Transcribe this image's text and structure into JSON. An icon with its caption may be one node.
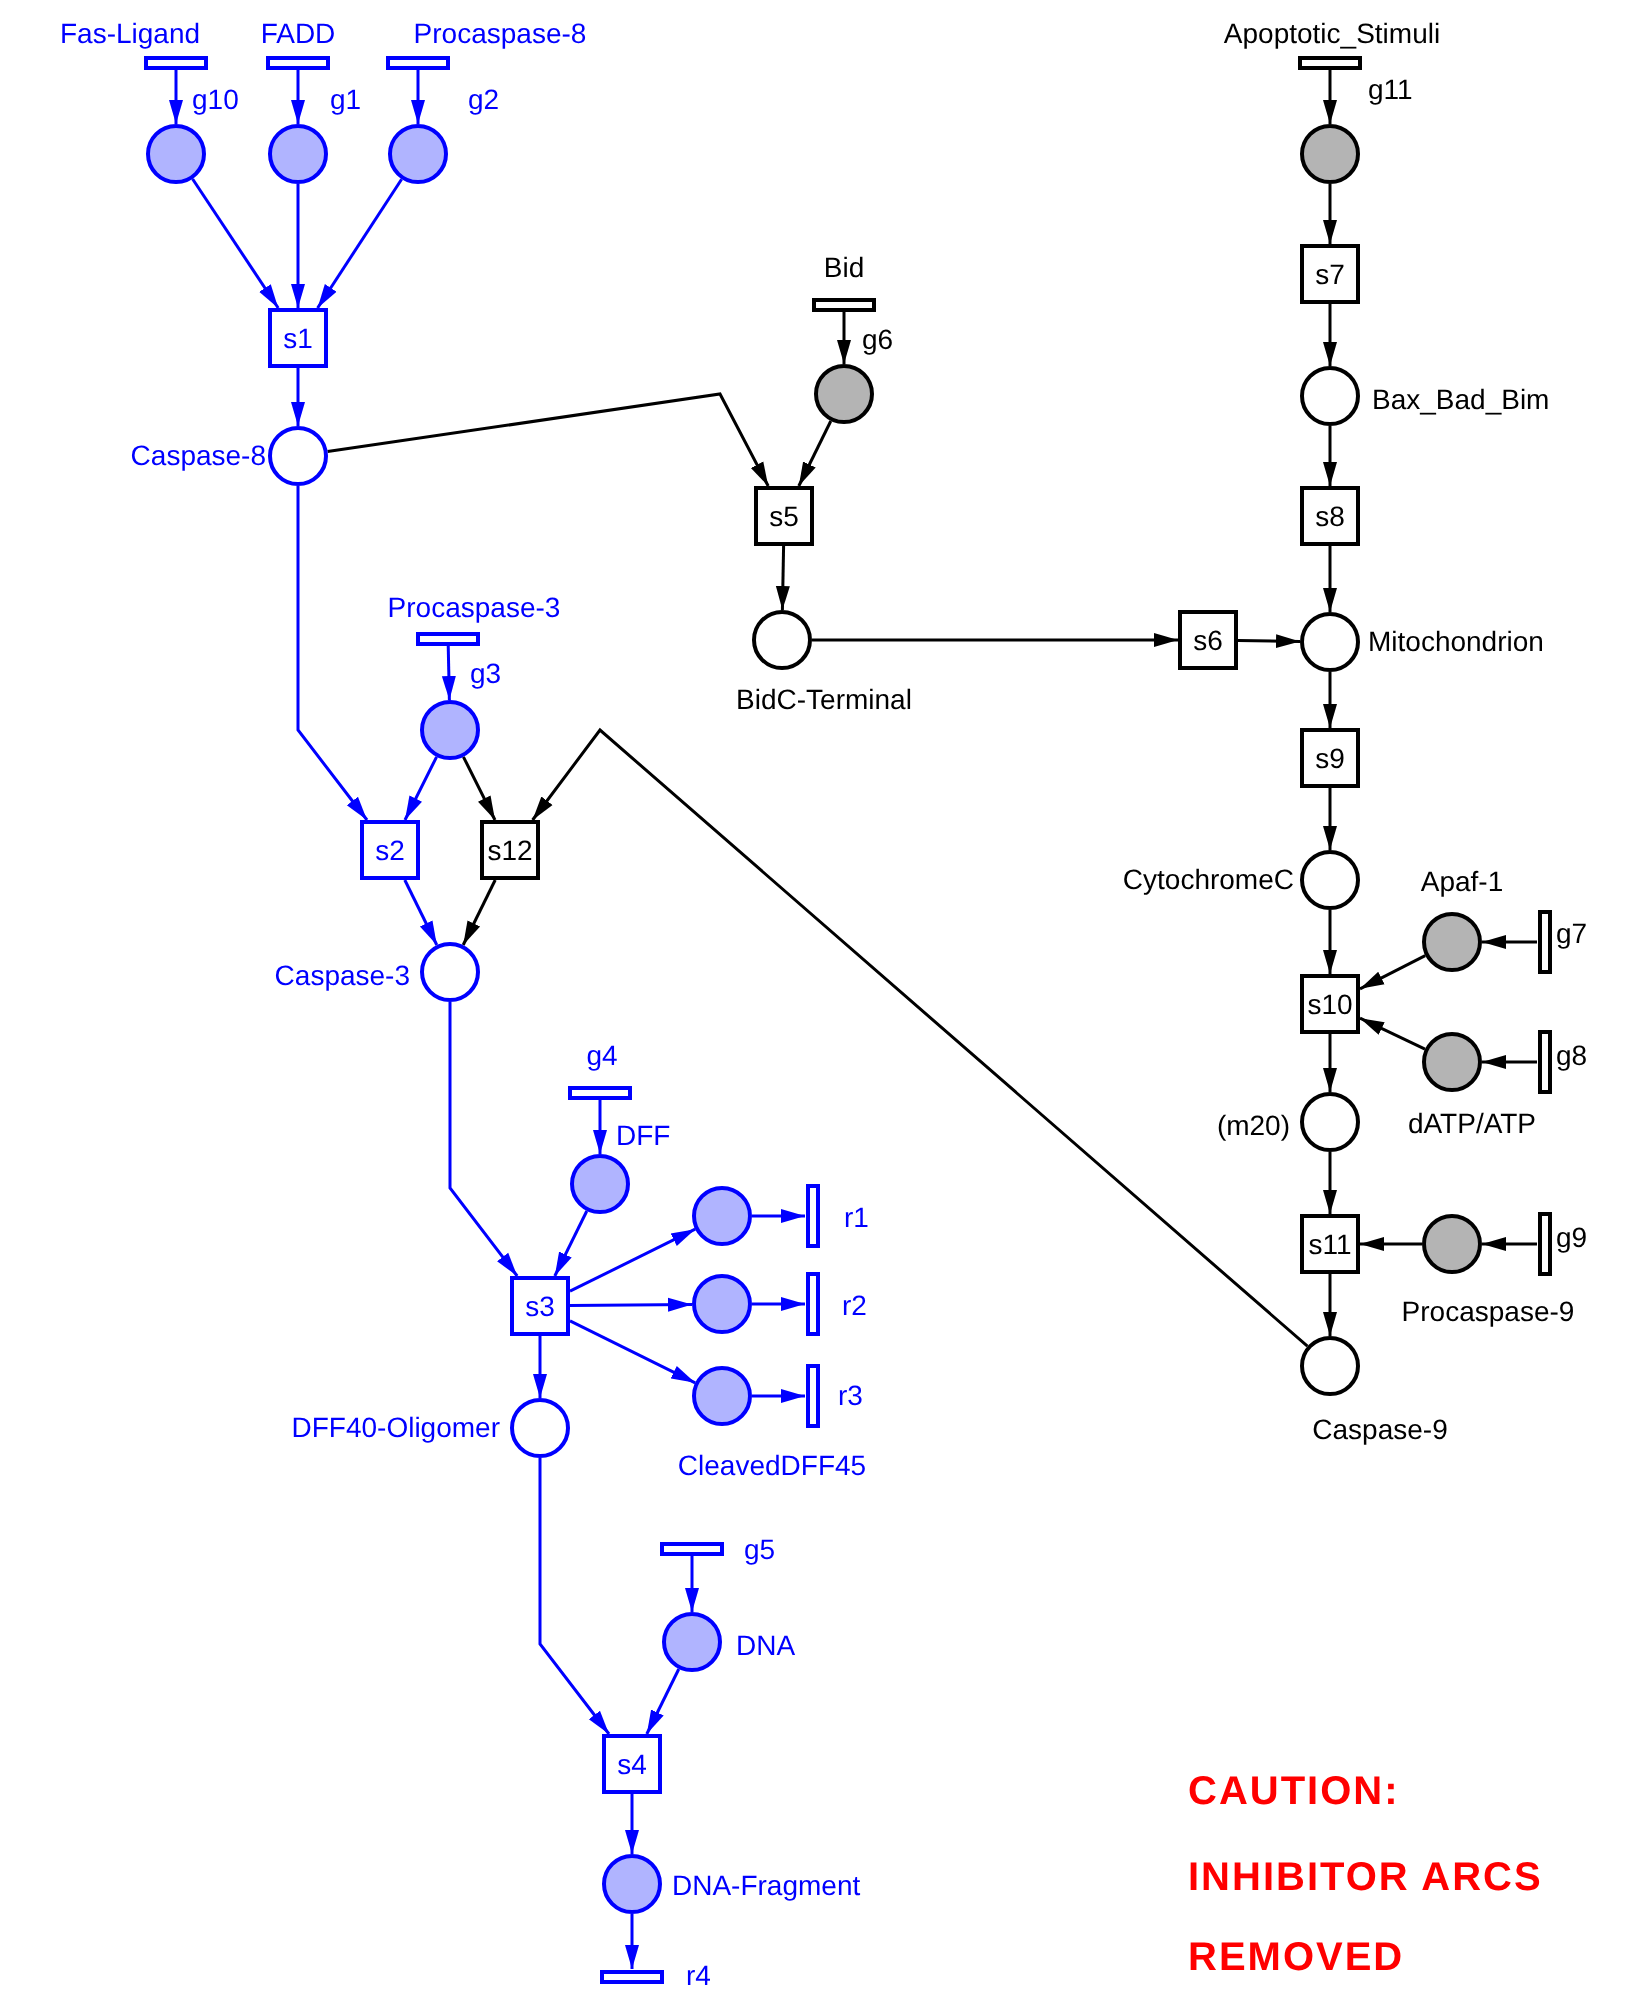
{
  "diagram": {
    "nodes": [
      {
        "text": [],
        "shape": "bar",
        "beside": [
          "Fas-Ligand",
          "g10"
        ]
      },
      {
        "text": [],
        "shape": "circle"
      },
      {
        "text": [],
        "shape": "bar",
        "beside": [
          "FADD",
          "g1"
        ]
      },
      {
        "text": [],
        "shape": "circle"
      },
      {
        "text": [],
        "shape": "bar",
        "beside": [
          "Procaspase-8",
          "g2"
        ]
      },
      {
        "text": [],
        "shape": "circle"
      },
      {
        "text": [
          "s1"
        ]
      },
      {
        "text": [],
        "shape": "circle",
        "beside": [
          "Caspase-8"
        ]
      },
      {
        "text": [],
        "shape": "bar",
        "beside": [
          "Procaspase-3",
          "g3"
        ]
      },
      {
        "text": [],
        "shape": "circle"
      },
      {
        "text": [
          "s2"
        ]
      },
      {
        "text": [
          "s12"
        ]
      },
      {
        "text": [],
        "shape": "circle",
        "beside": [
          "Caspase-3"
        ]
      },
      {
        "text": [],
        "shape": "bar",
        "beside": [
          "g4"
        ]
      },
      {
        "text": [],
        "shape": "circle",
        "beside": [
          "DFF"
        ]
      },
      {
        "text": [
          "s3"
        ]
      },
      {
        "text": [],
        "shape": "circle"
      },
      {
        "text": [],
        "shape": "bar",
        "beside": [
          "r1"
        ]
      },
      {
        "text": [],
        "shape": "circle"
      },
      {
        "text": [],
        "shape": "bar",
        "beside": [
          "r2"
        ]
      },
      {
        "text": [],
        "shape": "circle",
        "beside": [
          "CleavedDFF45"
        ]
      },
      {
        "text": [],
        "shape": "bar",
        "beside": [
          "r3"
        ]
      },
      {
        "text": [],
        "shape": "circle",
        "beside": [
          "DFF40-Oligomer"
        ]
      },
      {
        "text": [],
        "shape": "bar",
        "beside": [
          "g5"
        ]
      },
      {
        "text": [],
        "shape": "circle",
        "beside": [
          "DNA"
        ]
      },
      {
        "text": [
          "s4"
        ]
      },
      {
        "text": [],
        "shape": "circle",
        "beside": [
          "DNA-Fragment"
        ]
      },
      {
        "text": [],
        "shape": "bar",
        "beside": [
          "r4"
        ]
      },
      {
        "text": [],
        "shape": "bar",
        "beside": [
          "Bid",
          "g6"
        ]
      },
      {
        "text": [],
        "shape": "circle"
      },
      {
        "text": [
          "s5"
        ]
      },
      {
        "text": [],
        "shape": "circle",
        "beside": [
          "BidC-Terminal"
        ]
      },
      {
        "text": [
          "s6"
        ]
      },
      {
        "text": [],
        "shape": "bar",
        "beside": [
          "Apoptotic_Stimuli",
          "g11"
        ]
      },
      {
        "text": [],
        "shape": "circle"
      },
      {
        "text": [
          "s7"
        ]
      },
      {
        "text": [],
        "shape": "circle",
        "beside": [
          "Bax_Bad_Bim"
        ]
      },
      {
        "text": [
          "s8"
        ]
      },
      {
        "text": [],
        "shape": "circle",
        "beside": [
          "Mitochondrion"
        ]
      },
      {
        "text": [
          "s9"
        ]
      },
      {
        "text": [],
        "shape": "circle",
        "beside": [
          "CytochromeC"
        ]
      },
      {
        "text": [
          "s10"
        ]
      },
      {
        "text": [],
        "shape": "circle",
        "beside": [
          "Apaf-1"
        ]
      },
      {
        "text": [],
        "shape": "bar",
        "beside": [
          "g7"
        ]
      },
      {
        "text": [],
        "shape": "circle",
        "beside": [
          "dATP/ATP"
        ]
      },
      {
        "text": [],
        "shape": "bar",
        "beside": [
          "g8"
        ]
      },
      {
        "text": [],
        "shape": "circle",
        "beside": [
          "(m20)"
        ]
      },
      {
        "text": [
          "s11"
        ]
      },
      {
        "text": [],
        "shape": "circle",
        "beside": [
          "Procaspase-9"
        ]
      },
      {
        "text": [],
        "shape": "bar",
        "beside": [
          "g9"
        ]
      },
      {
        "text": [],
        "shape": "circle",
        "beside": [
          "Caspase-9"
        ]
      }
    ],
    "edges": [
      {
        "from": 0,
        "to": 1,
        "arrow": "to",
        "color": "#0000ff"
      },
      {
        "from": 2,
        "to": 3,
        "arrow": "to",
        "color": "#0000ff"
      },
      {
        "from": 4,
        "to": 5,
        "arrow": "to",
        "color": "#0000ff"
      },
      {
        "from": 1,
        "to": 6,
        "arrow": "to",
        "color": "#0000ff"
      },
      {
        "from": 3,
        "to": 6,
        "arrow": "to",
        "color": "#0000ff"
      },
      {
        "from": 5,
        "to": 6,
        "arrow": "to",
        "color": "#0000ff"
      },
      {
        "from": 6,
        "to": 7,
        "arrow": "to",
        "color": "#0000ff"
      },
      {
        "from": 7,
        "to": 10,
        "arrow": "to",
        "color": "#0000ff"
      },
      {
        "from": 8,
        "to": 9,
        "arrow": "to",
        "color": "#0000ff"
      },
      {
        "from": 9,
        "to": 10,
        "arrow": "to",
        "color": "#0000ff"
      },
      {
        "from": 9,
        "to": 11,
        "arrow": "to",
        "color": "#000000"
      },
      {
        "from": 10,
        "to": 12,
        "arrow": "to",
        "color": "#0000ff"
      },
      {
        "from": 11,
        "to": 12,
        "arrow": "to",
        "color": "#000000"
      },
      {
        "from": 50,
        "to": 11,
        "arrow": "to",
        "color": "#000000"
      },
      {
        "from": 7,
        "to": 30,
        "arrow": "to",
        "color": "#000000"
      },
      {
        "from": 28,
        "to": 29,
        "arrow": "to",
        "color": "#000000"
      },
      {
        "from": 29,
        "to": 30,
        "arrow": "to",
        "color": "#000000"
      },
      {
        "from": 30,
        "to": 31,
        "arrow": "to",
        "color": "#000000"
      },
      {
        "from": 31,
        "to": 32,
        "arrow": "to",
        "color": "#000000"
      },
      {
        "from": 32,
        "to": 38,
        "arrow": "to",
        "color": "#000000"
      },
      {
        "from": 33,
        "to": 34,
        "arrow": "to",
        "color": "#000000"
      },
      {
        "from": 34,
        "to": 35,
        "arrow": "to",
        "color": "#000000"
      },
      {
        "from": 35,
        "to": 36,
        "arrow": "to",
        "color": "#000000"
      },
      {
        "from": 36,
        "to": 37,
        "arrow": "to",
        "color": "#000000"
      },
      {
        "from": 37,
        "to": 38,
        "arrow": "to",
        "color": "#000000"
      },
      {
        "from": 38,
        "to": 39,
        "arrow": "to",
        "color": "#000000"
      },
      {
        "from": 39,
        "to": 40,
        "arrow": "to",
        "color": "#000000"
      },
      {
        "from": 40,
        "to": 41,
        "arrow": "to",
        "color": "#000000"
      },
      {
        "from": 43,
        "to": 42,
        "arrow": "to",
        "color": "#000000"
      },
      {
        "from": 42,
        "to": 41,
        "arrow": "to",
        "color": "#000000"
      },
      {
        "from": 45,
        "to": 44,
        "arrow": "to",
        "color": "#000000"
      },
      {
        "from": 44,
        "to": 41,
        "arrow": "to",
        "color": "#000000"
      },
      {
        "from": 41,
        "to": 46,
        "arrow": "to",
        "color": "#000000"
      },
      {
        "from": 46,
        "to": 47,
        "arrow": "to",
        "color": "#000000"
      },
      {
        "from": 49,
        "to": 48,
        "arrow": "to",
        "color": "#000000"
      },
      {
        "from": 48,
        "to": 47,
        "arrow": "to",
        "color": "#000000"
      },
      {
        "from": 47,
        "to": 50,
        "arrow": "to",
        "color": "#000000"
      },
      {
        "from": 12,
        "to": 15,
        "arrow": "to",
        "color": "#0000ff"
      },
      {
        "from": 13,
        "to": 14,
        "arrow": "to",
        "color": "#0000ff"
      },
      {
        "from": 14,
        "to": 15,
        "arrow": "to",
        "color": "#0000ff"
      },
      {
        "from": 15,
        "to": 16,
        "arrow": "to",
        "color": "#0000ff"
      },
      {
        "from": 15,
        "to": 18,
        "arrow": "to",
        "color": "#0000ff"
      },
      {
        "from": 15,
        "to": 20,
        "arrow": "to",
        "color": "#0000ff"
      },
      {
        "from": 16,
        "to": 17,
        "arrow": "to",
        "color": "#0000ff"
      },
      {
        "from": 18,
        "to": 19,
        "arrow": "to",
        "color": "#0000ff"
      },
      {
        "from": 20,
        "to": 21,
        "arrow": "to",
        "color": "#0000ff"
      },
      {
        "from": 15,
        "to": 22,
        "arrow": "to",
        "color": "#0000ff"
      },
      {
        "from": 22,
        "to": 25,
        "arrow": "to",
        "color": "#0000ff"
      },
      {
        "from": 23,
        "to": 24,
        "arrow": "to",
        "color": "#0000ff"
      },
      {
        "from": 24,
        "to": 25,
        "arrow": "to",
        "color": "#0000ff"
      },
      {
        "from": 25,
        "to": 26,
        "arrow": "to",
        "color": "#0000ff"
      },
      {
        "from": 26,
        "to": 27,
        "arrow": "to",
        "color": "#0000ff"
      }
    ],
    "labels": [
      "CAUTION:",
      "INHIBITOR ARCS",
      "REMOVED"
    ]
  }
}
